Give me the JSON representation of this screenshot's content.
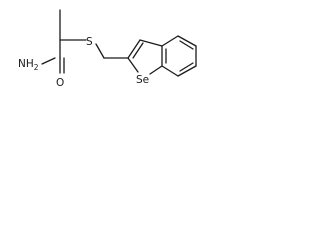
{
  "molecule": {
    "atoms": {
      "amide_nitrogen": "NH",
      "amide_nitrogen_subscript": "2",
      "carbonyl_oxygen": "O",
      "sulfur": "S",
      "selenium": "Se"
    }
  }
}
